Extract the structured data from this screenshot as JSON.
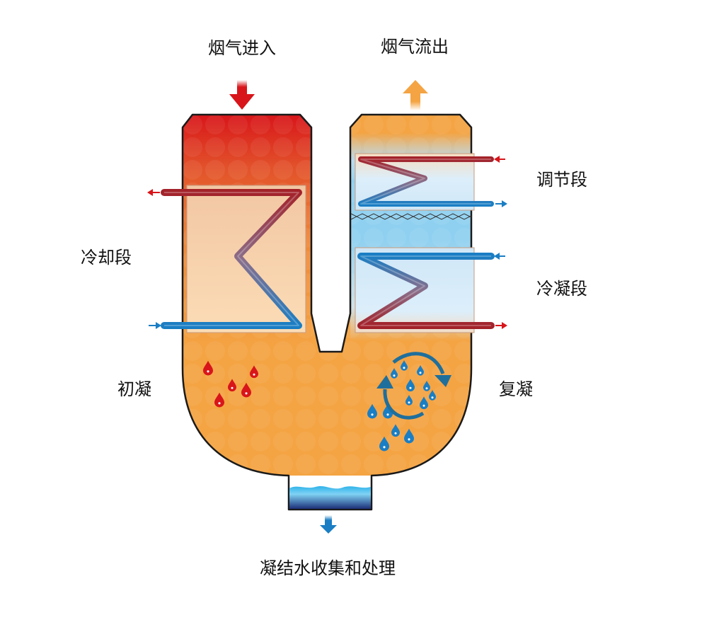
{
  "title": "Flue gas condensation process diagram",
  "labels": {
    "gas_in": "烟气进入",
    "gas_out": "烟气流出",
    "cooling_section": "冷却段",
    "regulating_section": "调节段",
    "condensing_section": "冷凝段",
    "initial_condensation": "初凝",
    "re_condensation": "复凝",
    "condensate_collection": "凝结水收集和处理"
  },
  "colors": {
    "hot_red": "#d8151a",
    "warm_orange": "#f4a443",
    "cool_blue": "#1f86c8",
    "pipe_red": "#a3222a",
    "pipe_blue": "#1a7ec4",
    "outline": "#1a1a1a",
    "water_dark": "#1c2e78",
    "light_blue_zone": "#8fd0f0"
  },
  "icons": {
    "gas_in_arrow": "arrow-down-icon",
    "gas_out_arrow": "arrow-up-icon",
    "drain_arrow": "arrow-down-icon",
    "cycle": "circular-arrows-icon",
    "drop": "water-drop-icon"
  }
}
